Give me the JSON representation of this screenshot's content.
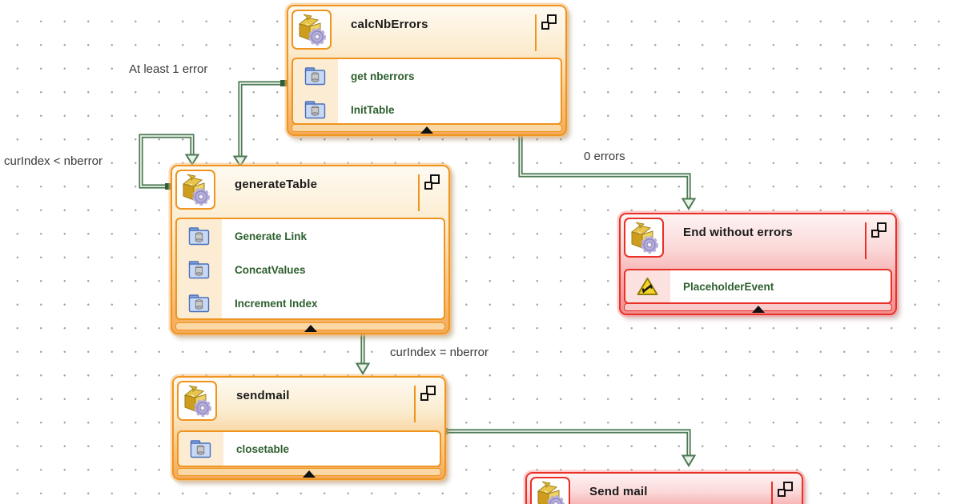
{
  "diagram_title": "workflow-diagram",
  "nodes": [
    {
      "title": "calcNbErrors",
      "style": "orange",
      "header_icon": "package-gear-icon",
      "items": [
        {
          "label": "get nberrors",
          "icon": "folder-database-icon"
        },
        {
          "label": "InitTable",
          "icon": "folder-database-icon"
        }
      ]
    },
    {
      "title": "generateTable",
      "style": "orange",
      "header_icon": "package-gear-icon",
      "items": [
        {
          "label": "Generate Link",
          "icon": "folder-database-icon"
        },
        {
          "label": "ConcatValues",
          "icon": "folder-database-icon"
        },
        {
          "label": "Increment Index",
          "icon": "folder-database-icon"
        }
      ]
    },
    {
      "title": "End without errors",
      "style": "red",
      "header_icon": "package-gear-icon",
      "items": [
        {
          "label": "PlaceholderEvent",
          "icon": "warning-wrench-icon"
        }
      ]
    },
    {
      "title": "sendmail",
      "style": "orange",
      "header_icon": "package-gear-icon",
      "items": [
        {
          "label": "closetable",
          "icon": "folder-database-icon"
        }
      ]
    },
    {
      "title": "Send mail",
      "style": "red",
      "header_icon": "package-gear-icon",
      "items": []
    }
  ],
  "edges": {
    "at_least_1_error": {
      "label": "At least 1 error"
    },
    "loop_cur_index_lt": {
      "label": "curIndex < nberror"
    },
    "zero_errors": {
      "label": "0 errors"
    },
    "cur_index_eq": {
      "label": "curIndex = nberror"
    },
    "sendmail_to_send_mail": {
      "label": ""
    }
  },
  "colors": {
    "orange_border": "#ef941f",
    "red_border": "#e93027",
    "edge_green": "#4c7a54",
    "item_text_green": "#2d5f2d",
    "label_text": "#3a3a3a",
    "grid_dot": "#a6a6a6"
  }
}
